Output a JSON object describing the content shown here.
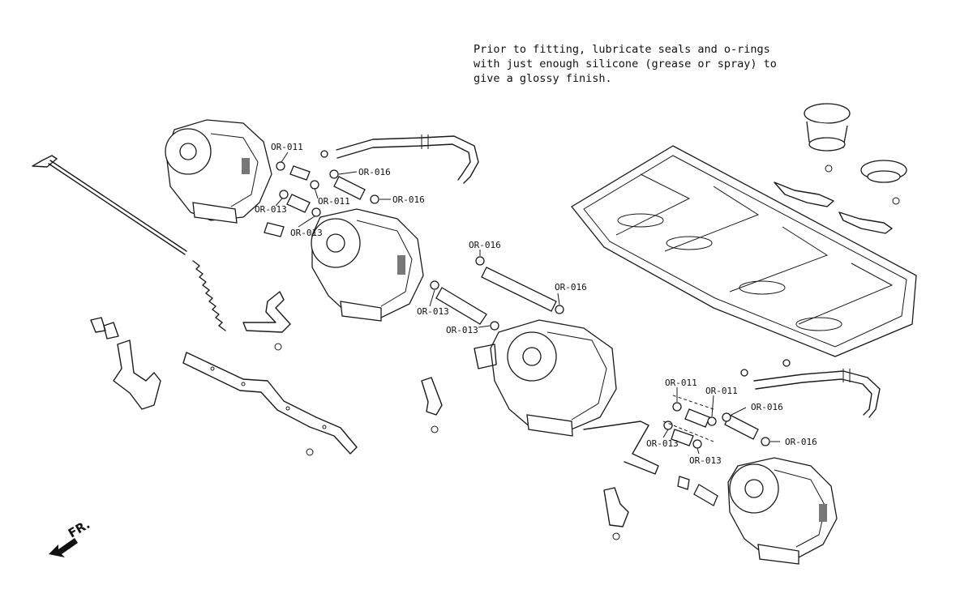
{
  "note": {
    "lines": [
      "Prior to fitting, lubricate seals and o-rings",
      "with just enough silicone (grease or spray) to",
      "give a glossy finish."
    ]
  },
  "direction_label": "FR.",
  "oring_labels": [
    "OR-011",
    "OR-016",
    "OR-011",
    "OR-016",
    "OR-013",
    "OR-013",
    "OR-016",
    "OR-016",
    "OR-013",
    "OR-013",
    "OR-011",
    "OR-011",
    "OR-016",
    "OR-013",
    "OR-016",
    "OR-013"
  ]
}
